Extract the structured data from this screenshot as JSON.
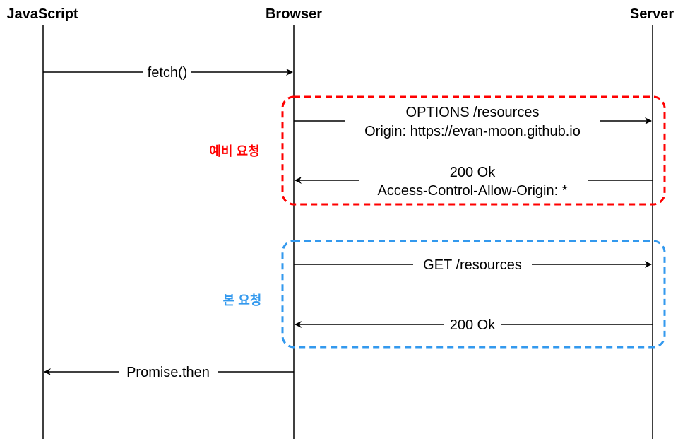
{
  "actors": {
    "javascript": "JavaScript",
    "browser": "Browser",
    "server": "Server"
  },
  "messages": {
    "fetch": "fetch()",
    "options_line1": "OPTIONS /resources",
    "options_line2": "Origin: https://evan-moon.github.io",
    "ok_line1": "200 Ok",
    "ok_line2": "Access-Control-Allow-Origin: *",
    "get": "GET /resources",
    "get_ok": "200 Ok",
    "promise_then": "Promise.then"
  },
  "groups": {
    "preflight": {
      "label": "예비 요청",
      "color": "#ff0000"
    },
    "actual": {
      "label": "본 요청",
      "color": "#3399ee"
    }
  }
}
